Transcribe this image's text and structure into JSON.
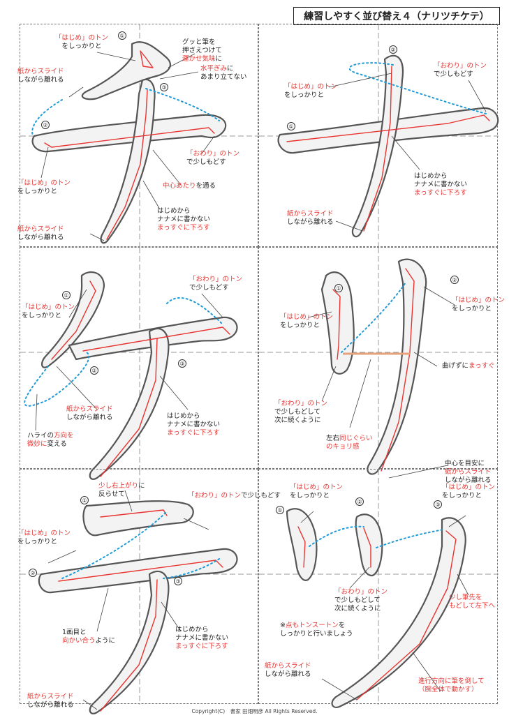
{
  "title": "練習しやすく並び替え４（ナリツチケテ）",
  "footer": "Copyright(C)　書家 田畑明彦 All Rights Reserved.",
  "colors": {
    "accent": "#e8332f",
    "guide": "#1e9ad8"
  },
  "panels": {
    "p1": {
      "nums": [
        "①",
        "②",
        "③"
      ],
      "a1": {
        "red": "「はじめ」のトン",
        "rest": "をしっかりと"
      },
      "a2": {
        "l1": "グッと筆を",
        "l2": "押さえつけて",
        "red": "運かせ気味",
        "rest": "に"
      },
      "a3": {
        "red": "紙からスライド",
        "l2": "しながら離れる"
      },
      "a4": {
        "red": "水平ぎみ",
        "rest": "に",
        "l2": "あまり立てない"
      },
      "a5": {
        "red": "「はじめ」のトン",
        "l2": "をしっかりと"
      },
      "a6": {
        "red": "「おわり」のトン",
        "l2": "で少しもどす"
      },
      "a7": {
        "red": "中心あたり",
        "rest": "を通る"
      },
      "a8": {
        "l1": "はじめから",
        "l2": "ナナメに書かない",
        "red": "まっすぐに下ろす"
      },
      "a9": {
        "red": "紙からスライド",
        "l2": "しながら離れる"
      }
    },
    "p2": {
      "nums": [
        "①",
        "②"
      ],
      "a1": {
        "red": "「はじめ」のトン",
        "l2": "をしっかりと"
      },
      "a2": {
        "red": "「おわり」のトン",
        "l2": "で少しもどす"
      },
      "a3": {
        "l1": "はじめから",
        "l2": "ナナメに書かない",
        "red": "まっすぐに下ろす"
      },
      "a4": {
        "red": "紙からスライド",
        "l2": "しながら離れる"
      }
    },
    "p3": {
      "nums": [
        "①",
        "②",
        "③"
      ],
      "a1": {
        "red": "「はじめ」のトン",
        "l2": "をしっかりと"
      },
      "a2": {
        "red": "「おわり」のトン",
        "l2": "で少しもどす"
      },
      "a3": {
        "red": "紙からスライド",
        "l2": "しながら離れる"
      },
      "a4": {
        "l1": "はじめから",
        "l2": "ナナメに書かない",
        "red": "まっすぐに下ろす"
      },
      "a5": {
        "l1": "ハライの",
        "red": "方向を",
        "red2": "微妙に",
        "rest": "変える"
      }
    },
    "p4": {
      "nums": [
        "①",
        "②"
      ],
      "a1": {
        "red": "「はじめ」のトン",
        "l2": "をしっかりと"
      },
      "a2": {
        "red": "「はじめ」のトン",
        "l2": "をしっかりと"
      },
      "a3": {
        "l1": "曲げずに",
        "red": "まっすぐ"
      },
      "a4": {
        "red": "「おわり」のトン",
        "l2": "で少しもどして",
        "l3": "次に続くように"
      },
      "a5": {
        "l1": "左右",
        "red": "同じぐらい",
        "red2": "のキョリ感"
      },
      "a6": {
        "l1": "中心を目安に",
        "red": "紙からスライド",
        "l3": "しながら離れる"
      }
    },
    "p5": {
      "nums": [
        "①",
        "②",
        "③"
      ],
      "a1": {
        "red": "少し右上がり",
        "rest": "に",
        "l2": "反らせて"
      },
      "a2": {
        "red": "「おわり」のトン",
        "rest": "で少しもどす"
      },
      "a3": {
        "red": "「はじめ」のトン",
        "l2": "をしっかりと"
      },
      "a4": {
        "l1": "1画目と",
        "red": "向かい合う",
        "rest": "ように"
      },
      "a5": {
        "l1": "はじめから",
        "l2": "ナナメに書かない",
        "red": "まっすぐに下ろす"
      },
      "a6": {
        "red": "紙からスライド",
        "l2": "しながら離れる"
      }
    },
    "p6": {
      "nums": [
        "①",
        "②",
        "③"
      ],
      "a1": {
        "red": "「はじめ」のトン",
        "l2": "をしっかりと"
      },
      "a2": {
        "red": "「はじめ」のトン",
        "l2": "をしっかりと"
      },
      "a3": {
        "red": "「おわり」のトン",
        "l2": "で少しもどして",
        "l3": "次に続くように"
      },
      "a4": {
        "red1": "少し筆先を",
        "red2": "もどして左下へ"
      },
      "a5": {
        "l1": "※",
        "red": "点もトンスートン",
        "rest": "を",
        "l2": "しっかりと行いましょう"
      },
      "a6": {
        "red": "紙からスライド",
        "l2": "しながら離れる"
      },
      "a7": {
        "l1": "進行方向に筆を倒して",
        "l2": "（腕全体で動かす）"
      }
    }
  }
}
